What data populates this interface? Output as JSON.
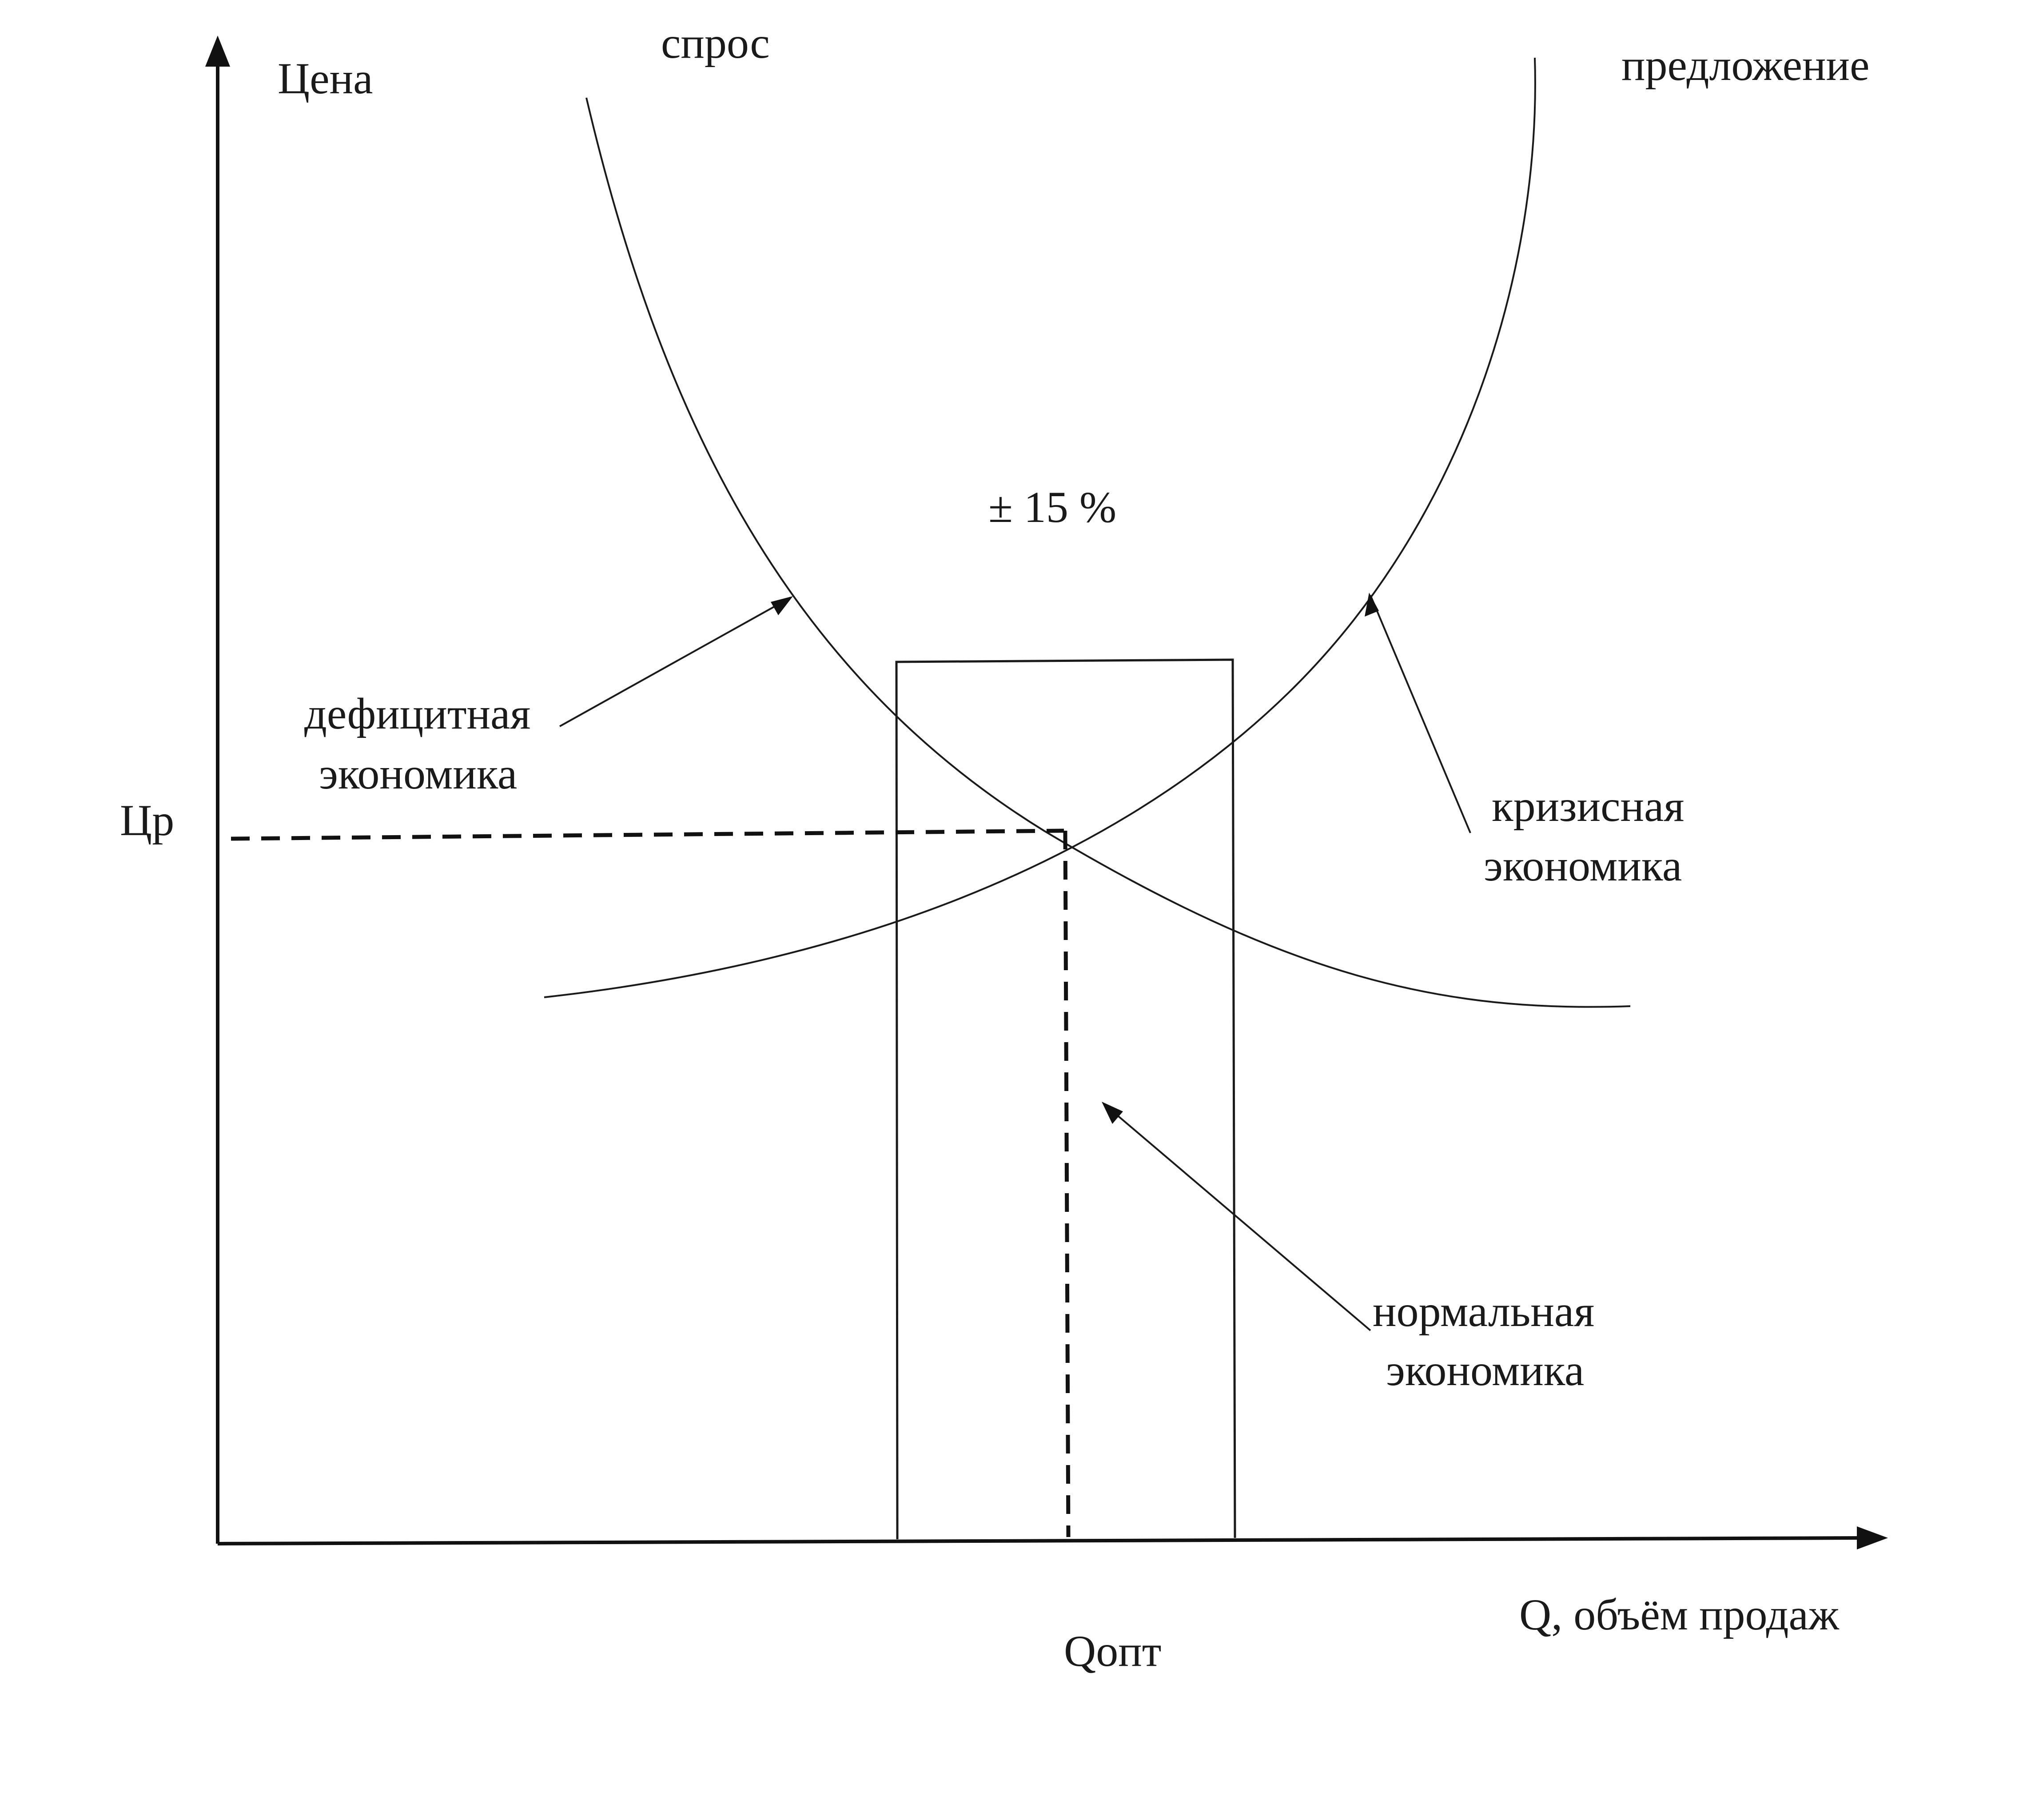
{
  "axes": {
    "y_label": "Цена",
    "x_label": "Q, объём продаж",
    "y_tick": "Цр",
    "x_tick": "Qопт"
  },
  "curves": {
    "demand": "спрос",
    "supply": "предложение"
  },
  "band_label": "± 15 %",
  "regions": {
    "deficit": [
      "дефицитная",
      "экономика"
    ],
    "crisis": [
      "кризисная",
      "экономика"
    ],
    "normal": [
      "нормальная",
      "экономика"
    ]
  },
  "colors": {
    "ink": "#1a1a1a",
    "background": "#ffffff"
  }
}
